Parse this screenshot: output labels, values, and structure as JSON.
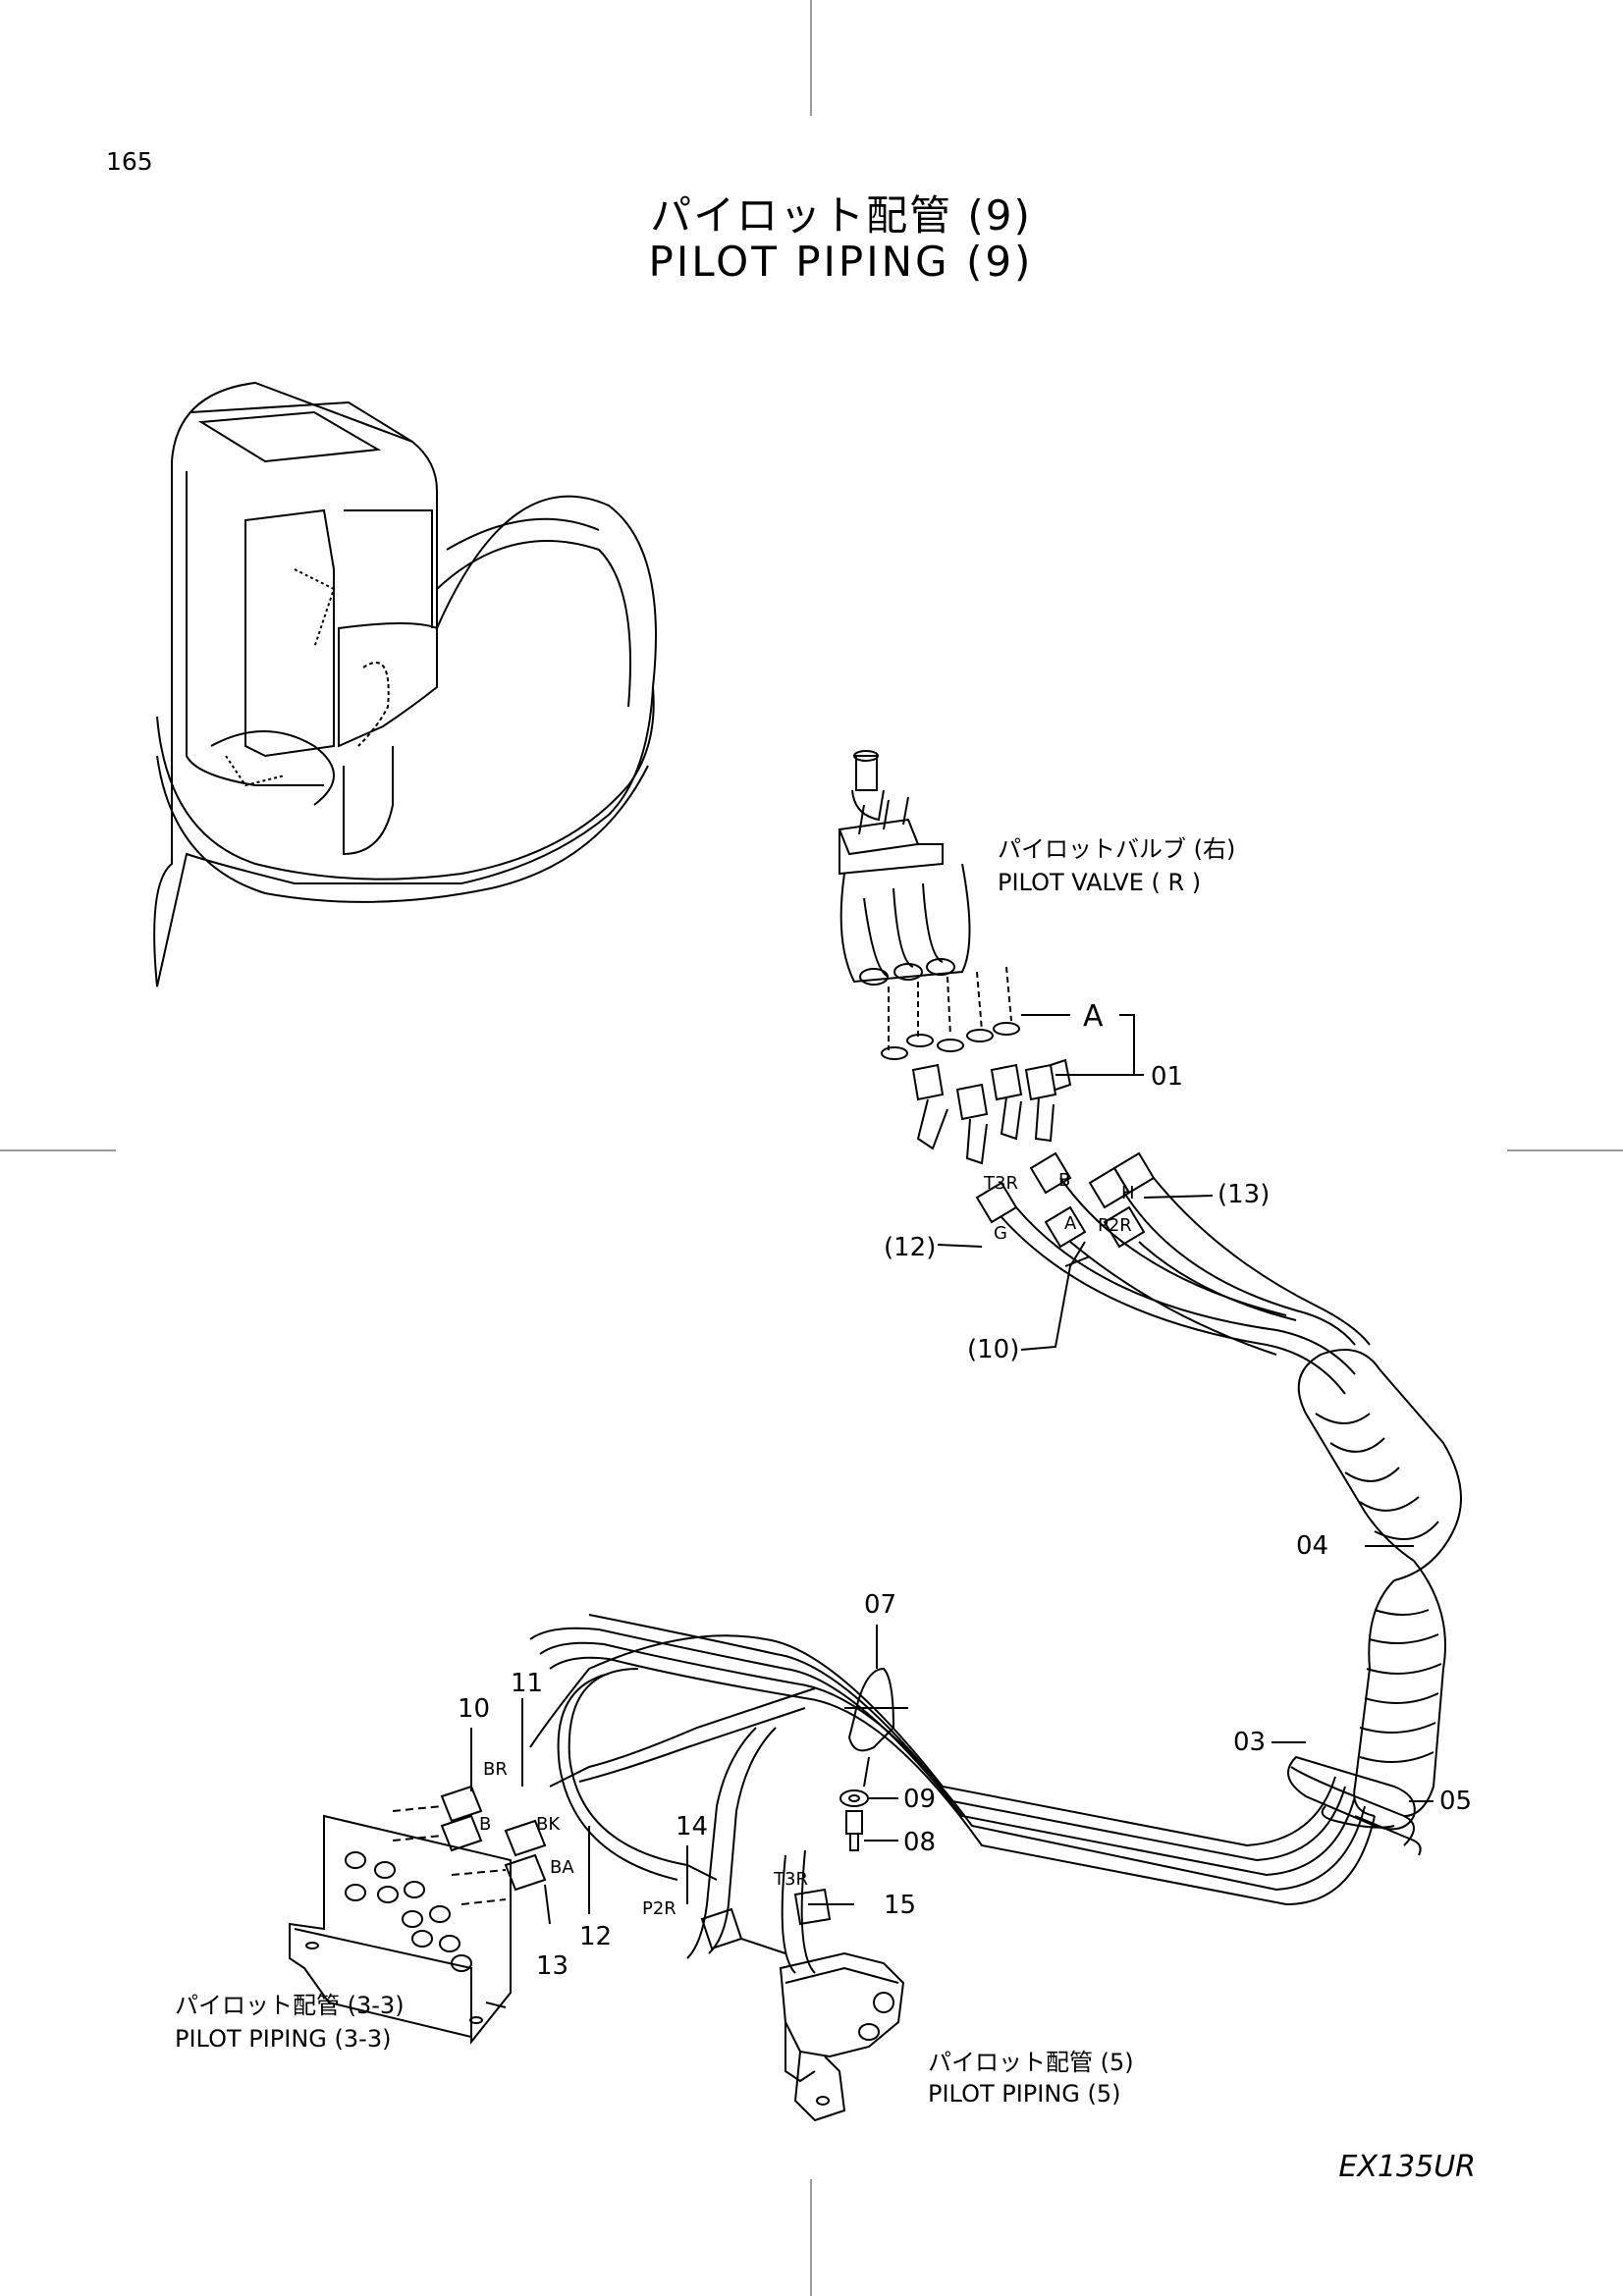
{
  "page_number": "165",
  "title": {
    "jp": "パイロット配管 (9)",
    "en": "PILOT PIPING (9)"
  },
  "labels": {
    "pilot_valve_jp": "パイロットバルブ (右)",
    "pilot_valve_en": "PILOT VALVE ( R )",
    "pilot_piping_33_jp": "パイロット配管 (3-3)",
    "pilot_piping_33_en": "PILOT PIPING (3-3)",
    "pilot_piping_5_jp": "パイロット配管 (5)",
    "pilot_piping_5_en": "PILOT PIPING (5)"
  },
  "callouts": {
    "a": "A",
    "p01": "01",
    "p13": "(13)",
    "p12": "(12)",
    "p10": "(10)",
    "p04": "04",
    "p07": "07",
    "p03": "03",
    "p05": "05",
    "p09": "09",
    "p08": "08",
    "p10b": "10",
    "p11": "11",
    "p14": "14",
    "p15": "15",
    "p12b": "12",
    "p13b": "13"
  },
  "port_marks": {
    "t3r": "T3R",
    "b": "B",
    "h": "H",
    "a": "A",
    "p2r": "P2R",
    "g": "G",
    "br": "BR",
    "b2": "B",
    "bk": "BK",
    "ba": "BA",
    "p2r2": "P2R",
    "t3r2": "T3R"
  },
  "model": "EX135UR"
}
